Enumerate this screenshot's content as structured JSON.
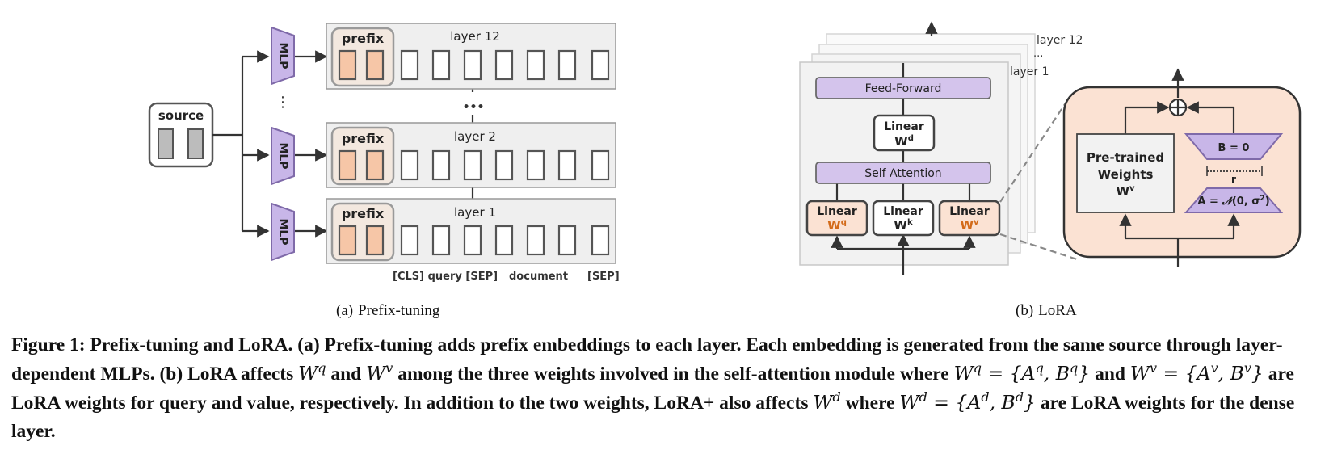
{
  "colors": {
    "mlp_fill": "#c8b6e8",
    "mlp_stroke": "#7f6aa9",
    "prefix_fill": "#f3e8df",
    "token_prefix_fill": "#f6c6a7",
    "layer_bg": "#efefef",
    "lora_bg": "#fbe2d3",
    "accent_orange": "#d36b1a",
    "purple_block": "#d4c4ec"
  },
  "prefix_tuning": {
    "source_label": "source",
    "mlp_label": "MLP",
    "vdots": "⋮",
    "layers": [
      {
        "label": "layer  12",
        "prefix_label": "prefix"
      },
      {
        "label": "layer  2",
        "prefix_label": "prefix"
      },
      {
        "label": "layer  1",
        "prefix_label": "prefix"
      }
    ],
    "dots": "•••",
    "tokens": {
      "cls_query_sep": "[CLS] query [SEP]",
      "document": "document",
      "sep": "[SEP]"
    }
  },
  "lora": {
    "stack_labels": {
      "top": "layer 12",
      "dots": "...",
      "bottom": "layer 1"
    },
    "feed_forward": "Feed-Forward",
    "linear": "Linear",
    "self_attention": "Self Attention",
    "w_base": "W",
    "sup_d": "d",
    "sup_q": "q",
    "sup_k": "k",
    "sup_v": "v",
    "pretrained": [
      "Pre-trained",
      "Weights"
    ],
    "b_label": "B = 0",
    "r_label": "r",
    "a_label_prefix": "A = ",
    "a_label_N": "𝓝",
    "a_label_args": "(0, σ",
    "a_label_sup": "2",
    "a_label_close": ")"
  },
  "captions": {
    "a_label": "(a)",
    "a_text": "Prefix-tuning",
    "b_label": "(b)",
    "b_text": "LoRA"
  },
  "figure_caption": {
    "t1": "Figure 1: Prefix-tuning and LoRA. (a) Prefix-tuning adds prefix embeddings to each layer. Each embedding is generated from the same source through layer-dependent MLPs. (b) LoRA affects ",
    "Wq": "W",
    "q": "q",
    "t2": " and ",
    "Wv": "W",
    "v": "v",
    "t3": " among the three weights involved in the self-attention module where ",
    "eq1a": "W",
    "eq1b": "q",
    "eq1c": " = {A",
    "eq1d": "q",
    "eq1e": ", B",
    "eq1f": "q",
    "eq1g": "}",
    "t4": " and ",
    "eq2a": "W",
    "eq2b": "v",
    "eq2c": " = {A",
    "eq2d": "v",
    "eq2e": ", B",
    "eq2f": "v",
    "eq2g": "}",
    "t5": " are LoRA weights for query and value, respectively. In addition to the two weights, LoRA+ also affects ",
    "eq3a": "W",
    "eq3b": "d",
    "t6": " where ",
    "eq4a": "W",
    "eq4b": "d",
    "eq4c": " = {A",
    "eq4d": "d",
    "eq4e": ", B",
    "eq4f": "d",
    "eq4g": "}",
    "t7": " are LoRA weights for the dense layer."
  }
}
